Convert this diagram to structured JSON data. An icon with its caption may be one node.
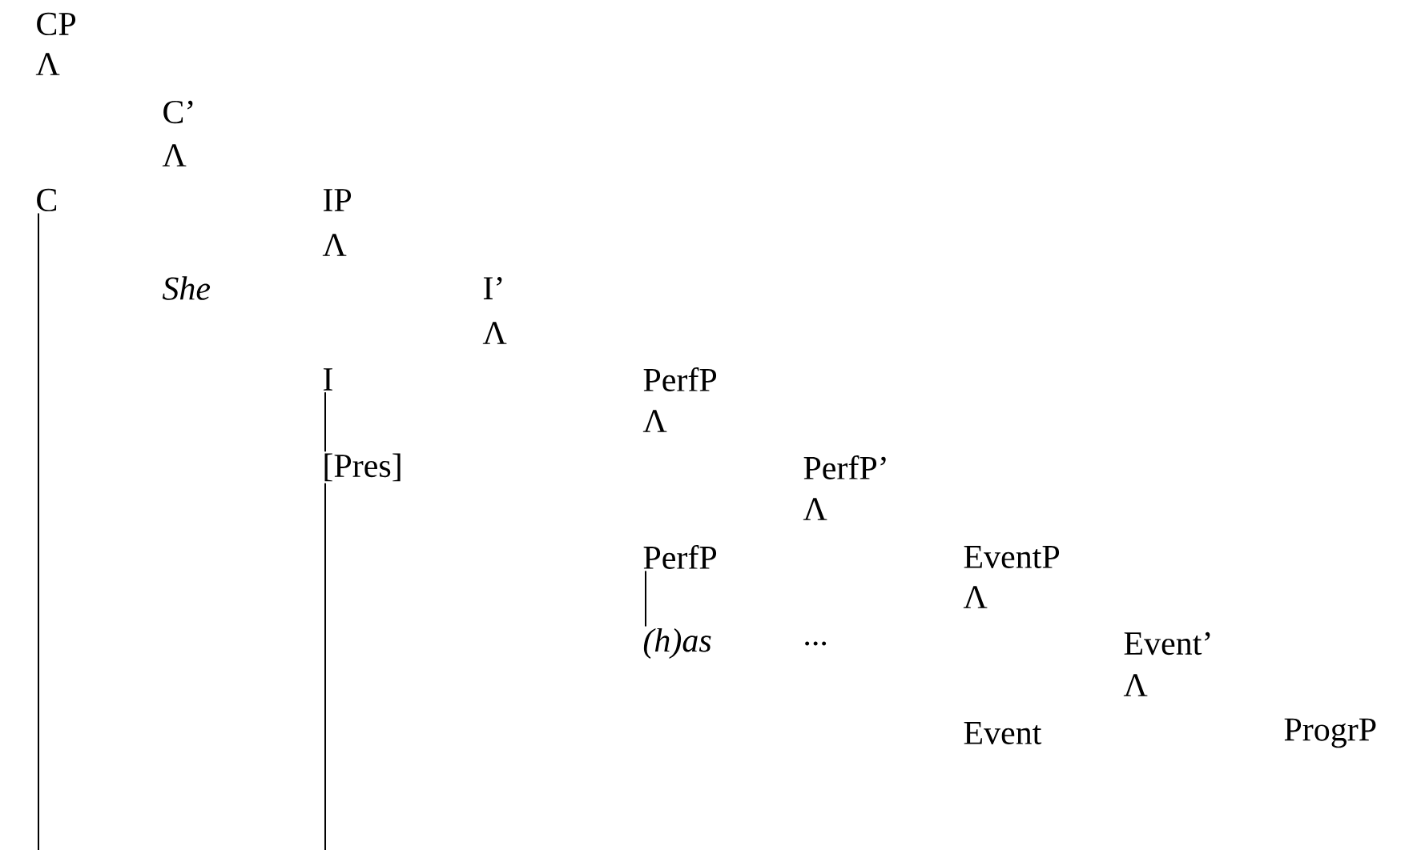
{
  "diagram": {
    "nodes": [
      {
        "text": [
          "CP"
        ]
      },
      {
        "text": [
          "C’"
        ]
      },
      {
        "text": [
          "C"
        ]
      },
      {
        "text": [
          "IP"
        ]
      },
      {
        "text": [
          "She"
        ]
      },
      {
        "text": [
          "I’"
        ]
      },
      {
        "text": [
          "I"
        ]
      },
      {
        "text": [
          "PerfP"
        ]
      },
      {
        "text": [
          "[Pres]"
        ]
      },
      {
        "text": [
          "PerfP’"
        ]
      },
      {
        "text": [
          "PerfP"
        ]
      },
      {
        "text": [
          "EventP"
        ]
      },
      {
        "text": [
          "(h)as"
        ]
      },
      {
        "text": [
          "..."
        ]
      },
      {
        "text": [
          "Event’"
        ]
      },
      {
        "text": [
          "Event"
        ]
      },
      {
        "text": [
          "ProgrP"
        ]
      }
    ],
    "edges": [
      {
        "from": 2,
        "to": null,
        "arrow": "none"
      },
      {
        "from": 6,
        "to": 8,
        "arrow": "none"
      },
      {
        "from": 8,
        "to": null,
        "arrow": "none"
      },
      {
        "from": 10,
        "to": 12,
        "arrow": "none"
      }
    ],
    "labels": [
      "Λ",
      "Λ",
      "Λ",
      "Λ",
      "Λ",
      "Λ",
      "Λ",
      "Λ"
    ]
  }
}
